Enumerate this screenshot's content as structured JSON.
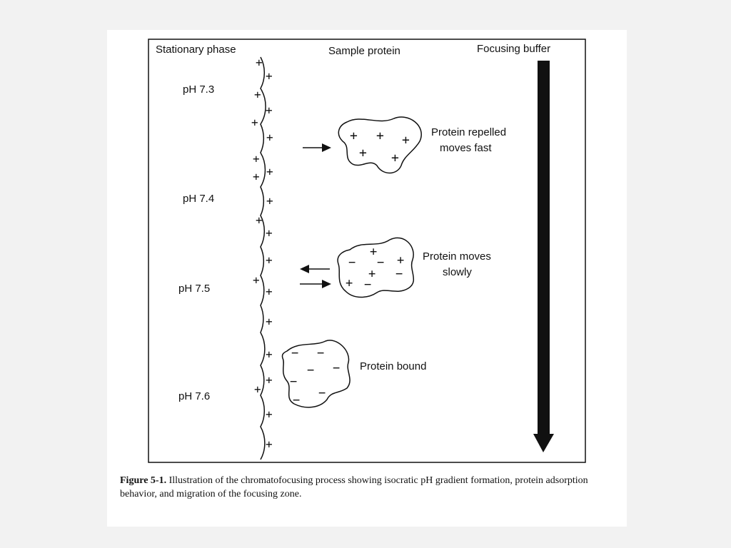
{
  "column_headers": {
    "stationary": "Stationary phase",
    "sample": "Sample protein",
    "buffer": "Focusing buffer"
  },
  "ph_labels": [
    "pH 7.3",
    "pH 7.4",
    "pH 7.5",
    "pH 7.6"
  ],
  "proteins": {
    "repelled_line1": "Protein repelled",
    "repelled_line2": "moves fast",
    "slow_line1": "Protein moves",
    "slow_line2": "slowly",
    "bound": "Protein bound"
  },
  "signs": {
    "plus": "+",
    "minus": "−"
  },
  "caption": {
    "lead": "Figure 5-1.",
    "text": "Illustration of the chromatofocusing process showing isocratic pH gradient formation, protein adsorption behavior, and migration of the focusing zone."
  }
}
